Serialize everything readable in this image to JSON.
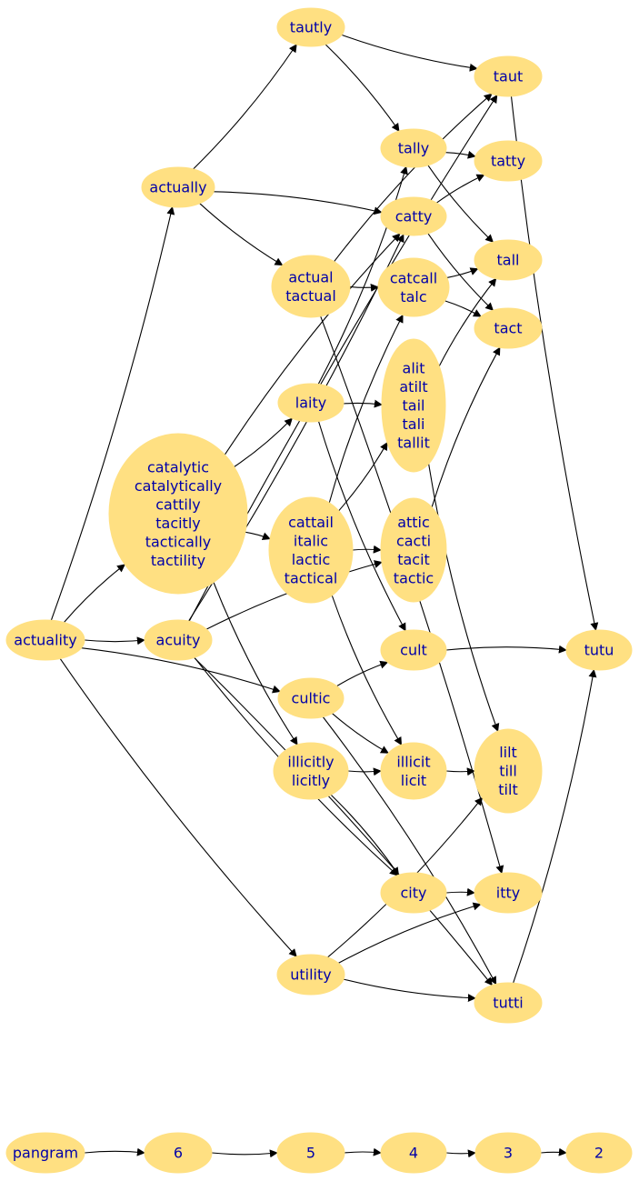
{
  "nodes": [
    {
      "id": "tautly",
      "lines": [
        "tautly"
      ]
    },
    {
      "id": "taut",
      "lines": [
        "taut"
      ]
    },
    {
      "id": "tally",
      "lines": [
        "tally"
      ]
    },
    {
      "id": "tatty",
      "lines": [
        "tatty"
      ]
    },
    {
      "id": "actually",
      "lines": [
        "actually"
      ]
    },
    {
      "id": "catty",
      "lines": [
        "catty"
      ]
    },
    {
      "id": "tall",
      "lines": [
        "tall"
      ]
    },
    {
      "id": "actual",
      "lines": [
        "actual",
        "tactual"
      ]
    },
    {
      "id": "catcall",
      "lines": [
        "catcall",
        "talc"
      ]
    },
    {
      "id": "tact",
      "lines": [
        "tact"
      ]
    },
    {
      "id": "laity",
      "lines": [
        "laity"
      ]
    },
    {
      "id": "alit",
      "lines": [
        "alit",
        "atilt",
        "tail",
        "tali",
        "tallit"
      ]
    },
    {
      "id": "catalytic",
      "lines": [
        "catalytic",
        "catalytically",
        "cattily",
        "tacitly",
        "tactically",
        "tactility"
      ]
    },
    {
      "id": "cattail",
      "lines": [
        "cattail",
        "italic",
        "lactic",
        "tactical"
      ]
    },
    {
      "id": "attic",
      "lines": [
        "attic",
        "cacti",
        "tacit",
        "tactic"
      ]
    },
    {
      "id": "actuality",
      "lines": [
        "actuality"
      ]
    },
    {
      "id": "acuity",
      "lines": [
        "acuity"
      ]
    },
    {
      "id": "cult",
      "lines": [
        "cult"
      ]
    },
    {
      "id": "tutu",
      "lines": [
        "tutu"
      ]
    },
    {
      "id": "cultic",
      "lines": [
        "cultic"
      ]
    },
    {
      "id": "illicitly",
      "lines": [
        "illicitly",
        "licitly"
      ]
    },
    {
      "id": "illicit",
      "lines": [
        "illicit",
        "licit"
      ]
    },
    {
      "id": "lilt",
      "lines": [
        "lilt",
        "till",
        "tilt"
      ]
    },
    {
      "id": "city",
      "lines": [
        "city"
      ]
    },
    {
      "id": "itty",
      "lines": [
        "itty"
      ]
    },
    {
      "id": "utility",
      "lines": [
        "utility"
      ]
    },
    {
      "id": "tutti",
      "lines": [
        "tutti"
      ]
    },
    {
      "id": "pangram",
      "lines": [
        "pangram"
      ]
    },
    {
      "id": "n6",
      "lines": [
        "6"
      ]
    },
    {
      "id": "n5",
      "lines": [
        "5"
      ]
    },
    {
      "id": "n4",
      "lines": [
        "4"
      ]
    },
    {
      "id": "n3",
      "lines": [
        "3"
      ]
    },
    {
      "id": "n2",
      "lines": [
        "2"
      ]
    }
  ],
  "edges": [
    [
      "tautly",
      "taut"
    ],
    [
      "tautly",
      "tally"
    ],
    [
      "actually",
      "tautly"
    ],
    [
      "actually",
      "catty"
    ],
    [
      "actually",
      "actual"
    ],
    [
      "tally",
      "tatty"
    ],
    [
      "tally",
      "tall"
    ],
    [
      "catty",
      "tatty"
    ],
    [
      "catty",
      "tact"
    ],
    [
      "actual",
      "taut"
    ],
    [
      "actual",
      "catcall"
    ],
    [
      "actual",
      "itty"
    ],
    [
      "catcall",
      "tall"
    ],
    [
      "catcall",
      "tact"
    ],
    [
      "laity",
      "tally"
    ],
    [
      "laity",
      "alit"
    ],
    [
      "laity",
      "cult"
    ],
    [
      "alit",
      "tall"
    ],
    [
      "alit",
      "lilt"
    ],
    [
      "catalytic",
      "catty"
    ],
    [
      "catalytic",
      "laity"
    ],
    [
      "catalytic",
      "cattail"
    ],
    [
      "catalytic",
      "illicitly"
    ],
    [
      "cattail",
      "catcall"
    ],
    [
      "cattail",
      "alit"
    ],
    [
      "cattail",
      "attic"
    ],
    [
      "cattail",
      "illicit"
    ],
    [
      "attic",
      "tact"
    ],
    [
      "actuality",
      "actually"
    ],
    [
      "actuality",
      "catalytic"
    ],
    [
      "actuality",
      "acuity"
    ],
    [
      "actuality",
      "cultic"
    ],
    [
      "actuality",
      "utility"
    ],
    [
      "acuity",
      "taut"
    ],
    [
      "acuity",
      "catty"
    ],
    [
      "acuity",
      "attic"
    ],
    [
      "acuity",
      "city"
    ],
    [
      "acuity",
      "tutti"
    ],
    [
      "taut",
      "tutu"
    ],
    [
      "cult",
      "tutu"
    ],
    [
      "tutti",
      "tutu"
    ],
    [
      "cultic",
      "cult"
    ],
    [
      "cultic",
      "illicit"
    ],
    [
      "cultic",
      "tutti"
    ],
    [
      "illicitly",
      "illicit"
    ],
    [
      "illicitly",
      "city"
    ],
    [
      "illicit",
      "lilt"
    ],
    [
      "city",
      "itty"
    ],
    [
      "utility",
      "lilt"
    ],
    [
      "utility",
      "itty"
    ],
    [
      "utility",
      "tutti"
    ],
    [
      "pangram",
      "n6"
    ],
    [
      "n6",
      "n5"
    ],
    [
      "n5",
      "n4"
    ],
    [
      "n4",
      "n3"
    ],
    [
      "n3",
      "n2"
    ]
  ]
}
